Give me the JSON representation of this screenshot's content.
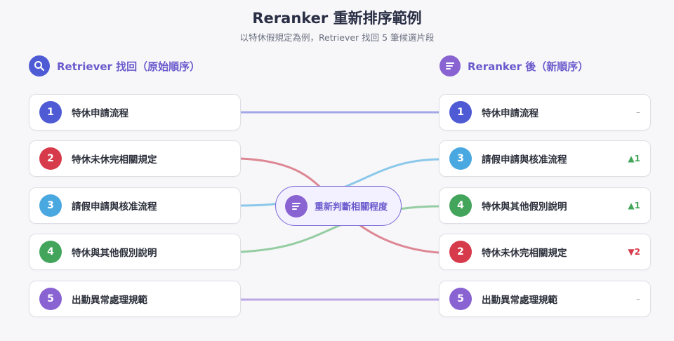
{
  "header": {
    "title": "Reranker 重新排序範例",
    "subtitle": "以特休假規定為例，Retriever 找回 5 筆候選片段"
  },
  "left_column": {
    "heading": "Retriever 找回（原始順序）",
    "icon": "search-icon",
    "items": [
      {
        "num": "1",
        "label": "特休申請流程",
        "color": "#4f5bd5"
      },
      {
        "num": "2",
        "label": "特休未休完相關規定",
        "color": "#d73a4a"
      },
      {
        "num": "3",
        "label": "請假申請與核准流程",
        "color": "#4aa8e0"
      },
      {
        "num": "4",
        "label": "特休與其他假別說明",
        "color": "#43a55c"
      },
      {
        "num": "5",
        "label": "出勤異常處理規範",
        "color": "#8a63d2"
      }
    ]
  },
  "center": {
    "label": "重新判斷相關程度",
    "icon": "sort-lines-icon"
  },
  "right_column": {
    "heading": "Reranker 後（新順序）",
    "icon": "sort-lines-icon",
    "items": [
      {
        "num": "1",
        "label": "特休申請流程",
        "delta": "–",
        "trend": "same"
      },
      {
        "num": "3",
        "label": "請假申請與核准流程",
        "delta": "▲1",
        "trend": "up"
      },
      {
        "num": "4",
        "label": "特休與其他假別說明",
        "delta": "▲1",
        "trend": "up"
      },
      {
        "num": "2",
        "label": "特休未休完相關規定",
        "delta": "▼2",
        "trend": "down"
      },
      {
        "num": "5",
        "label": "出勤異常處理規範",
        "delta": "–",
        "trend": "same"
      }
    ]
  },
  "colors": {
    "item1": "#4f5bd5",
    "item2": "#d73a4a",
    "item3": "#4aa8e0",
    "item4": "#43a55c",
    "item5": "#8a63d2",
    "accent": "#6a5acd"
  }
}
